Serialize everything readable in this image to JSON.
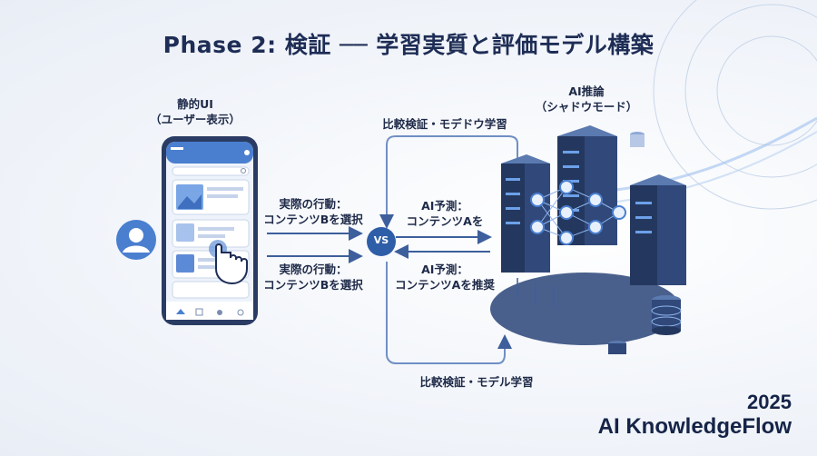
{
  "title": "Phase 2: 検証 ── 学習実質と評価モデル構築",
  "left_panel": {
    "title_line1": "静的UI",
    "title_line2": "（ユーザー表示）"
  },
  "right_panel": {
    "title_line1": "AI推論",
    "title_line2": "（シャドウモード）"
  },
  "flows": {
    "top_loop_label": "比較検証・モデドウ学習",
    "bottom_loop_label": "比較検証・モデル学習",
    "actual_top_line1": "実際の行動：",
    "actual_top_line2": "コンテンツBを選択",
    "actual_bottom_line1": "実際の行動：",
    "actual_bottom_line2": "コンテンツBを選択",
    "ai_top_line1": "AI予測：",
    "ai_top_line2": "コンテンツAを",
    "ai_bottom_line1": "AI予測：",
    "ai_bottom_line2": "コンテンツAを推奨",
    "vs": "VS"
  },
  "footer": {
    "year": "2025",
    "brand": "AI KnowledgeFlow"
  },
  "colors": {
    "primary": "#2f5ea8",
    "accent": "#4a7fd0",
    "dark": "#1e2d55",
    "light": "#dce6f4"
  },
  "icons": [
    "user-avatar-icon",
    "hand-pointer-icon",
    "neural-network-icon",
    "database-icon",
    "server-rack-icon",
    "home-icon",
    "search-icon",
    "gear-icon"
  ]
}
